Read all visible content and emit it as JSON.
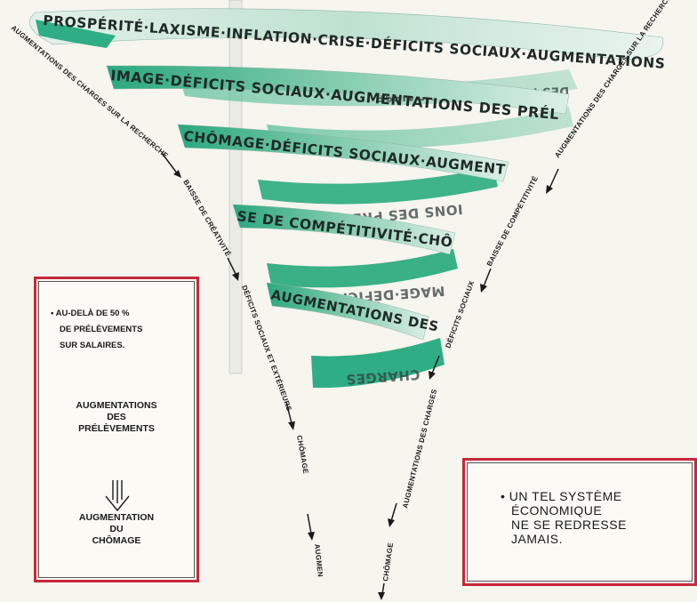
{
  "spiral_bands": {
    "band1": "PROSPÉRITÉ·LAXISME·INFLATION·CRISE·DÉFICITS SOCIAUX·AUGMENTATIONS",
    "band2": "IMAGE·DÉFICITS SOCIAUX·AUGMENTATIONS DES PRÉL",
    "band3": "CHÔMAGE·DÉFICITS SOCIAUX·AUGMENT",
    "band4": "SE DE COMPÉTITIVITÉ·CHÔ",
    "band5": "AUGMENTATIONS DES",
    "back1": "DES PRÉLÈVEMENTS·BAISSE",
    "back2": "IONS DES PRÉLÈV",
    "back3": "MAGE·DÉFICITS SOC",
    "back4": "CHARGES"
  },
  "left_cone": {
    "top_label": "AUGMENTATIONS DES CHARGES SUR LA RECHERCHE",
    "creativite": "BAISSE DE CRÉATIVITÉ",
    "deficits": "DÉFICITS SOCIAUX ET EXTÉRIEURS",
    "chomage": "CHÔMAGE",
    "augmen": "AUGMEN"
  },
  "right_cone": {
    "top_label": "AUGMENTATIONS DES CHARGES SUR LA RECHERCHE",
    "competitivite": "BAISSE DE COMPÉTITIVITÉ",
    "deficits": "DÉFICITS SOCIAUX",
    "charges": "AUGMENTATIONS DES CHARGES",
    "chomage": "CHÔMAGE"
  },
  "left_box": {
    "bullet_lines": [
      "• AU-DELÀ DE 50 %",
      "DE PRÉLÈVEMENTS",
      "SUR SALAIRES."
    ],
    "cause_lines": [
      "AUGMENTATIONS",
      "DES",
      "PRÉLÈVEMENTS"
    ],
    "effect_lines": [
      "AUGMENTATION",
      "DU",
      "CHÔMAGE"
    ]
  },
  "right_box": {
    "lines": [
      "• UN TEL SYSTÈME",
      "ÉCONOMIQUE",
      "NE SE REDRESSE",
      "JAMAIS."
    ]
  },
  "colors": {
    "band_green": "#2fae85",
    "band_light": "#dbeee6",
    "border_red": "#c8273a",
    "ink": "#1a1a1a"
  }
}
